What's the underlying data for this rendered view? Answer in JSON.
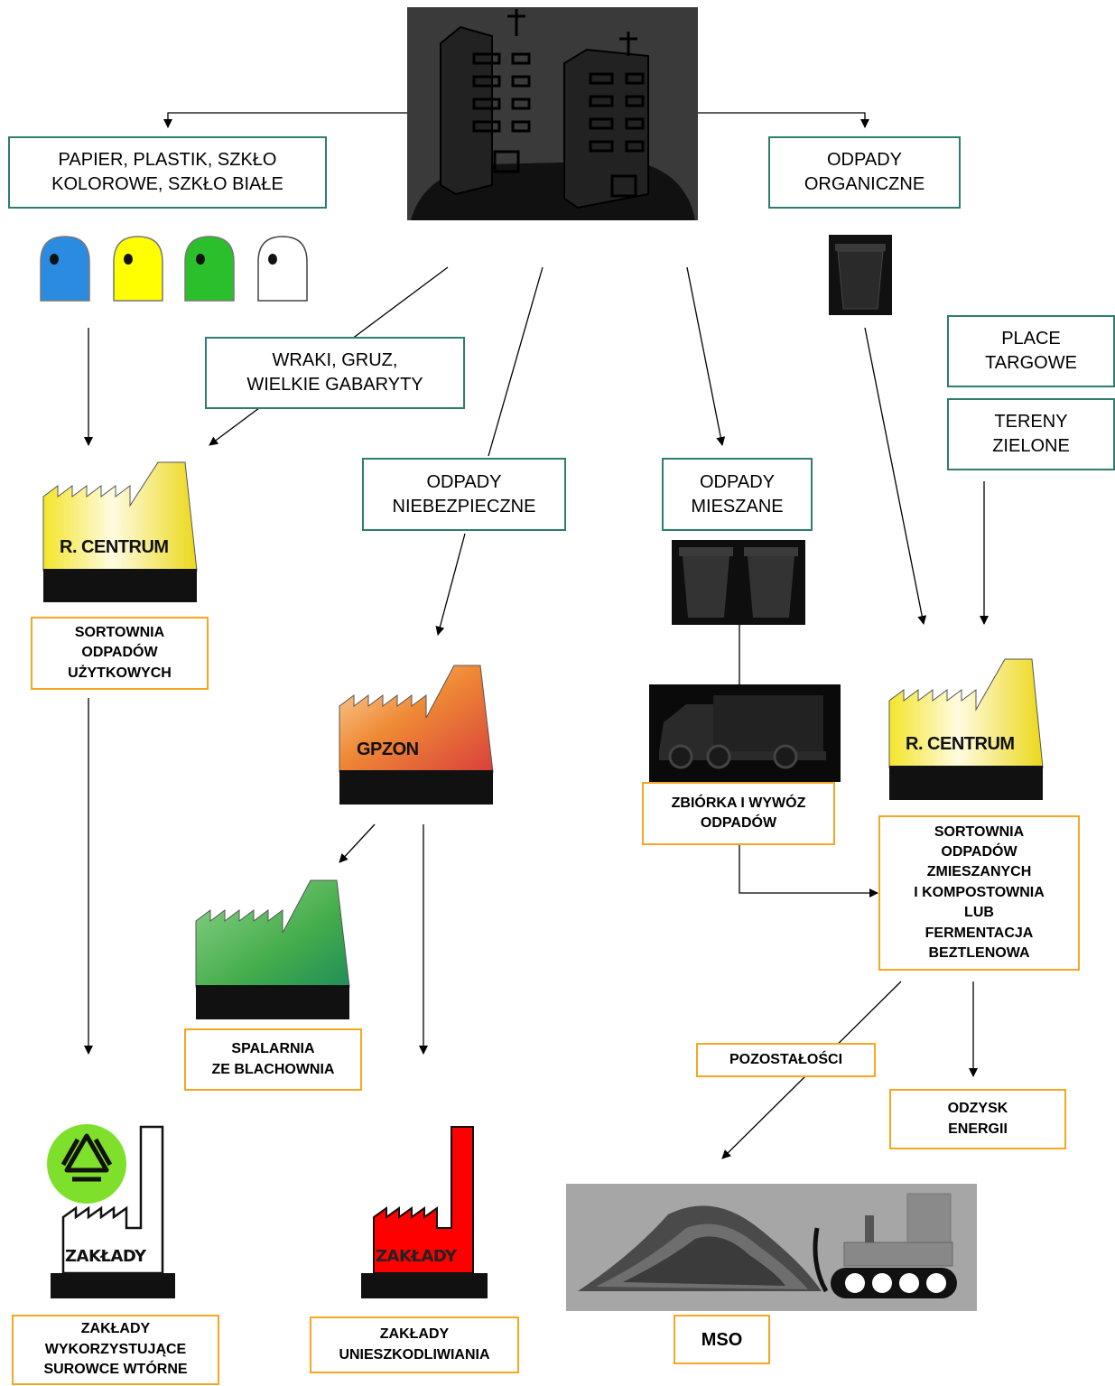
{
  "boxes": {
    "recyclables": "PAPIER, PLASTIK, SZKŁO\nKOLOROWE, SZKŁO BIAŁE",
    "organic": "ODPADY\nORGANICZNE",
    "wrecks": "WRAKI, GRUZ,\nWIELKIE GABARYTY",
    "markets": "PLACE\nTARGOWE",
    "green_areas": "TERENY\nZIELONE",
    "hazardous": "ODPADY\nNIEBEZPIECZNE",
    "mixed": "ODPADY\nMIESZANE",
    "sorting_useful": "SORTOWNIA\nODPADÓW\nUŻYTKOWYCH",
    "collection": "ZBIÓRKA I WYWÓZ\nODPADÓW",
    "sorting_mixed": "SORTOWNIA\nODPADÓW\nZMIESZANYCH\nI KOMPOSTOWNIA\nLUB\nFERMENTACJA\nBEZTLENOWA",
    "incinerator": "SPALARNIA\nZE BLACHOWNIA",
    "residues": "POZOSTAŁOŚCI",
    "energy": "ODZYSK\nENERGII",
    "secondary_plants": "ZAKŁADY\nWYKORZYSTUJĄCE\nSUROWCE WTÓRNE",
    "disposal_plants": "ZAKŁADY\nUNIESZKODLIWIANIA",
    "mso": "MSO"
  },
  "factories": {
    "rcentrum_left": "R. CENTRUM",
    "gpzon": "GPZON",
    "rcentrum_right": "R. CENTRUM",
    "zaklady_white": "ZAKŁADY",
    "zaklady_red": "ZAKŁADY"
  },
  "colors": {
    "teal_border": "#2e7d6e",
    "orange_border": "#f5a623",
    "bin_blue": "#2b8be0",
    "bin_yellow": "#ffff00",
    "bin_green": "#2bc02b",
    "bin_white": "#ffffff",
    "factory_yellow": "#f2e21c",
    "factory_orange": "#e9772c",
    "factory_green": "#3faa4a",
    "factory_red": "#ff0000",
    "recycle_green": "#7ee02a"
  }
}
